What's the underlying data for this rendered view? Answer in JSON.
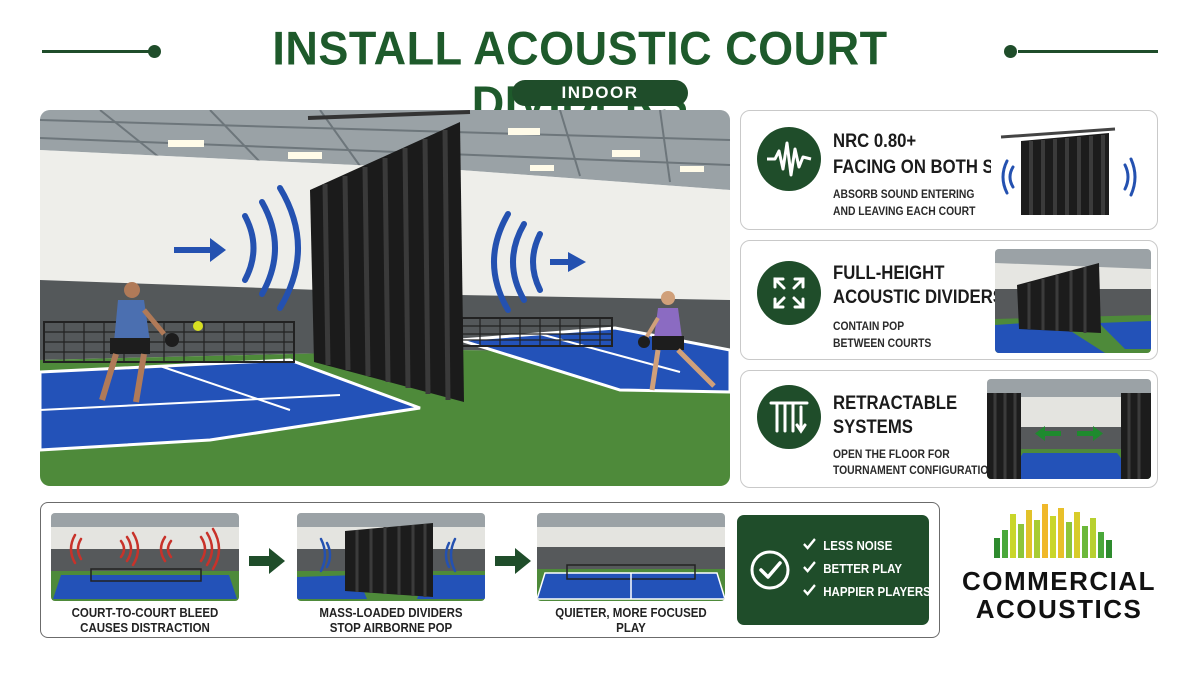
{
  "header": {
    "title": "INSTALL ACOUSTIC COURT DIVIDERS",
    "subtitle": "INDOOR"
  },
  "colors": {
    "brand_green": "#1f4d2a",
    "court_blue": "#2352b8",
    "turf_green": "#4e8a3a",
    "sound_wave_blue": "#2451b0",
    "sound_wave_red": "#c8322a"
  },
  "icons": {
    "card1": "sound-wave-icon",
    "card2": "expand-arrows-icon",
    "card3": "retractable-track-icon",
    "benefits": "check-circle-icon",
    "arrows": "arrow-right-icon"
  },
  "cards": [
    {
      "headline": [
        "NRC 0.80+",
        "FACING ON BOTH SIDES"
      ],
      "body": [
        "ABSORB SOUND ENTERING",
        "AND LEAVING EACH COURT"
      ]
    },
    {
      "headline": [
        "FULL-HEIGHT",
        "ACOUSTIC DIVIDERS"
      ],
      "body": [
        "CONTAIN POP",
        "BETWEEN COURTS"
      ]
    },
    {
      "headline": [
        "RETRACTABLE",
        "SYSTEMS"
      ],
      "body": [
        "OPEN THE FLOOR FOR",
        "TOURNAMENT CONFIGURATIONS"
      ]
    }
  ],
  "process": {
    "steps": [
      {
        "caption": [
          "COURT-TO-COURT BLEED",
          "CAUSES DISTRACTION"
        ]
      },
      {
        "caption": [
          "MASS-LOADED DIVIDERS",
          "STOP AIRBORNE POP"
        ]
      },
      {
        "caption": [
          "QUIETER, MORE FOCUSED",
          "PLAY"
        ]
      }
    ],
    "benefits": [
      "LESS NOISE",
      "BETTER PLAY",
      "HAPPIER PLAYERS"
    ]
  },
  "logo": {
    "line1": "COMMERCIAL",
    "line2": "ACOUSTICS"
  }
}
